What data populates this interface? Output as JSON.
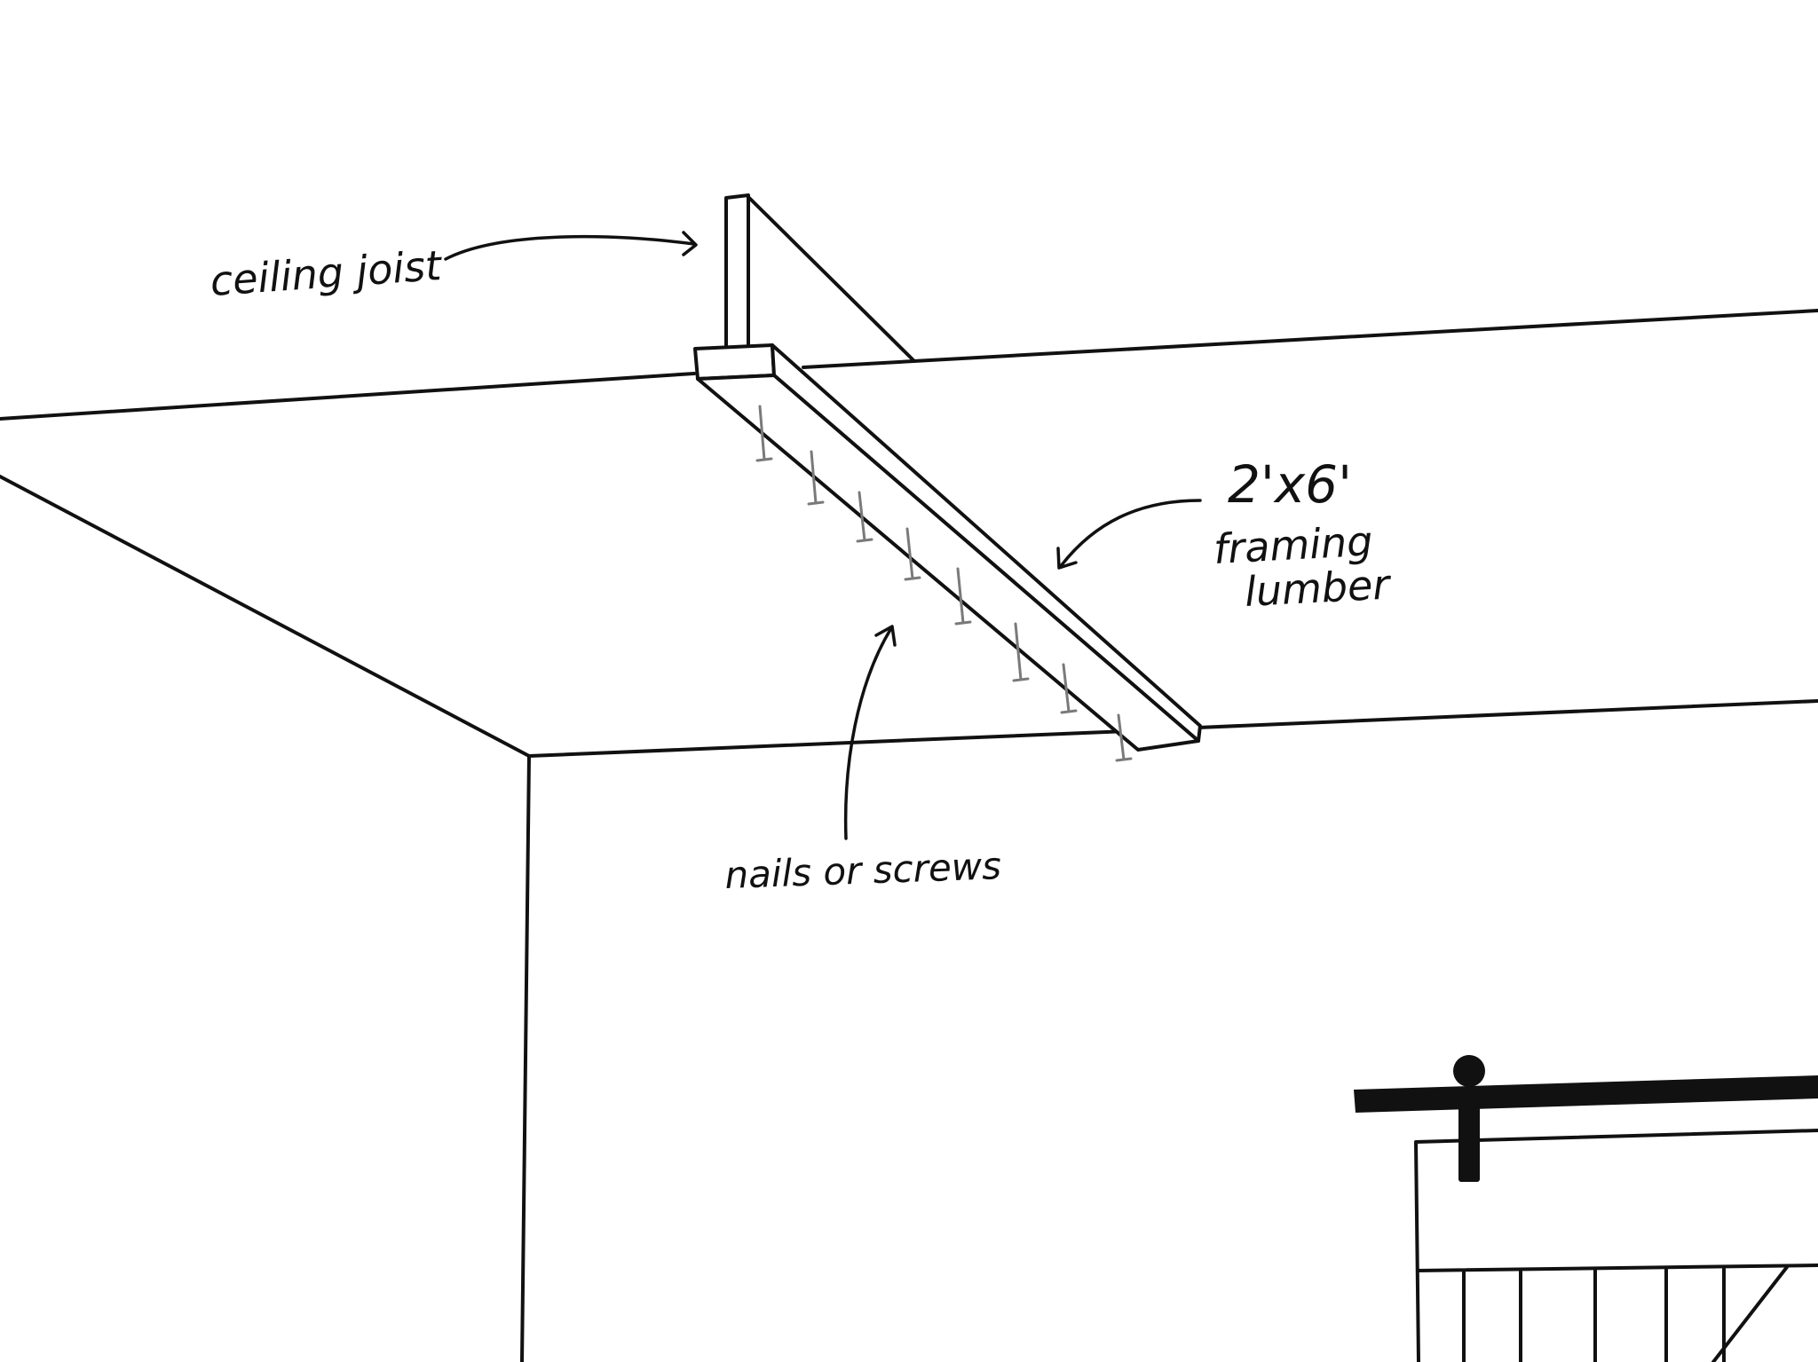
{
  "labels": {
    "ceiling_joist": "ceiling joist",
    "lumber_size": "2'x6'",
    "lumber_line1": "framing",
    "lumber_line2": "lumber",
    "fasteners": "nails or screws"
  },
  "colors": {
    "ink": "#111111",
    "nail": "#7a7a7a",
    "background": "#ffffff"
  }
}
